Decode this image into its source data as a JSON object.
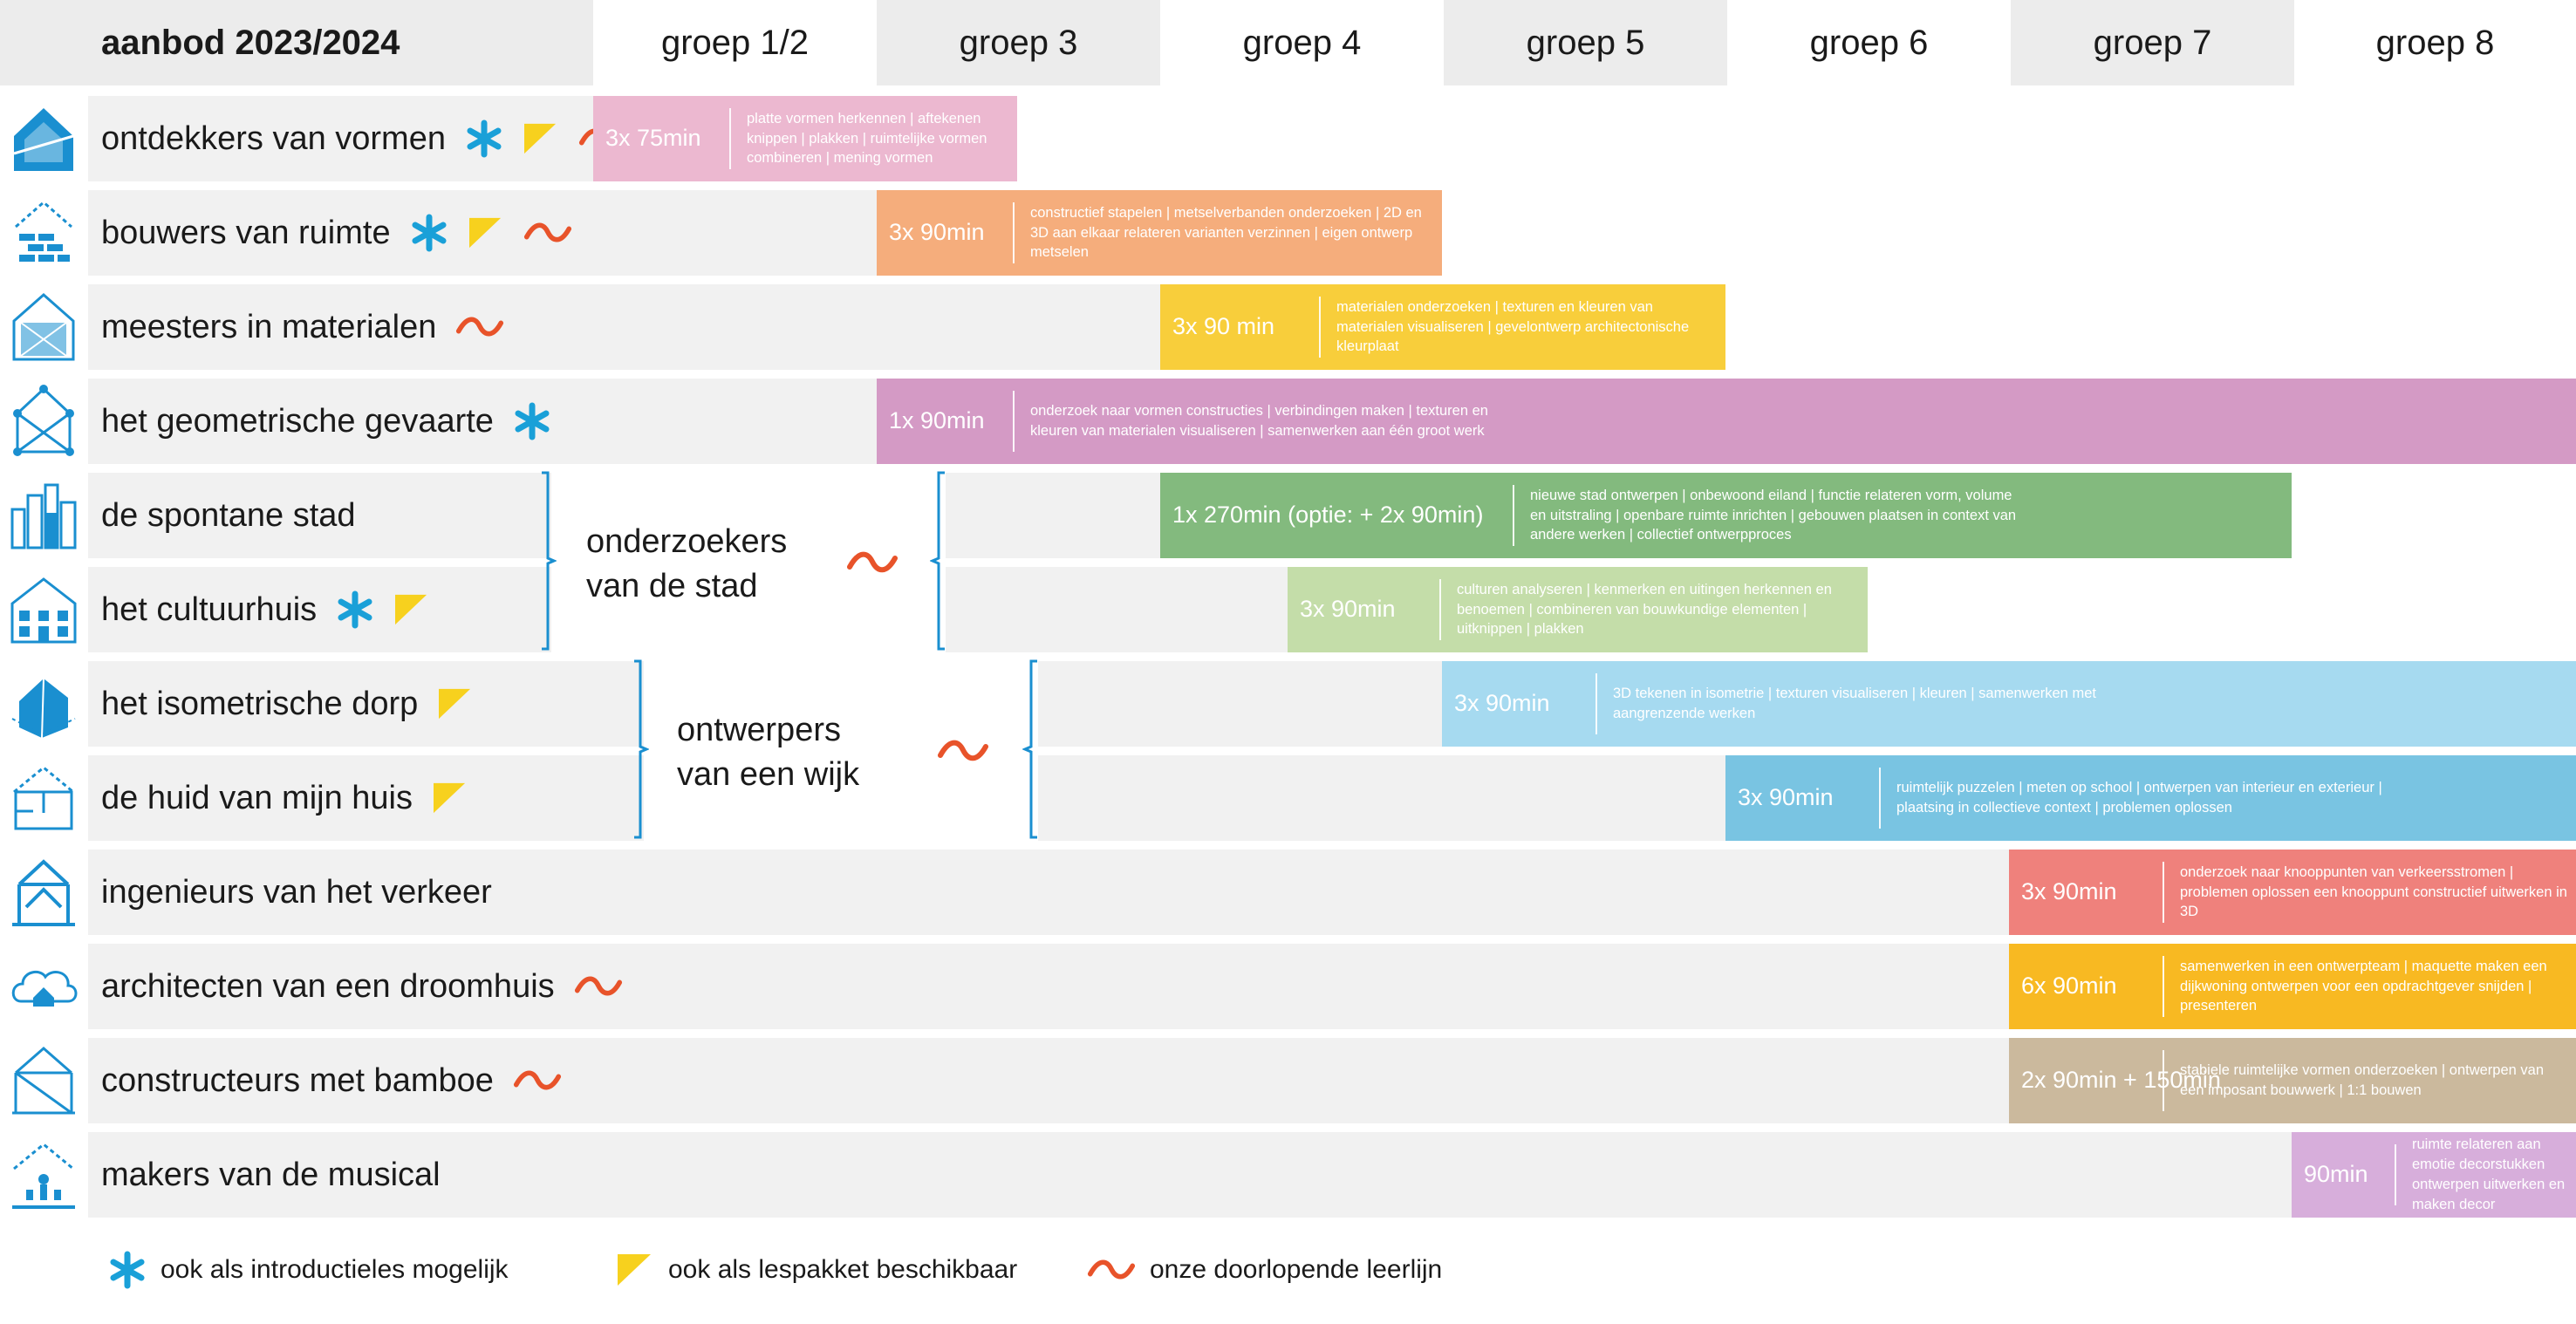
{
  "title": "aanbod 2023/2024",
  "groups": [
    "groep 1/2",
    "groep 3",
    "groep 4",
    "groep 5",
    "groep 6",
    "groep 7",
    "groep 8"
  ],
  "colors": {
    "star": "#1aa0d8",
    "triangle": "#f7d11e",
    "tilde": "#e8532a",
    "icon": "#1a8fd0",
    "row_bg": "#f1f1f1",
    "header_grey": "#ececec",
    "bracket": "#1a8fd0"
  },
  "rows": [
    {
      "label": "ontdekkers van vormen",
      "icon": "cube-house-icon",
      "star": true,
      "triangle": true,
      "tilde": true,
      "duration": "3x 75min",
      "description": "platte vormen herkennen | aftekenen knippen | plakken | ruimtelijke vormen combineren | mening vormen",
      "color": "#ecb8d0"
    },
    {
      "label": "bouwers van ruimte",
      "icon": "brick-house-icon",
      "star": true,
      "triangle": true,
      "tilde": true,
      "duration": "3x 90min",
      "description": "constructief stapelen | metselverbanden onderzoeken | 2D en 3D aan elkaar relateren varianten verzinnen | eigen ontwerp metselen",
      "color": "#f5ad7c"
    },
    {
      "label": "meesters in materialen",
      "icon": "pattern-house-icon",
      "star": false,
      "triangle": false,
      "tilde": true,
      "duration": "3x 90 min",
      "description": "materialen onderzoeken | texturen en kleuren van materialen visualiseren | gevelontwerp architectonische kleurplaat",
      "color": "#f8ce3b"
    },
    {
      "label": "het geometrische gevaarte",
      "icon": "geometric-frame-icon",
      "star": true,
      "triangle": false,
      "tilde": false,
      "duration": "1x 90min",
      "description": "onderzoek naar vormen constructies | verbindingen maken | texturen en kleuren van materialen visualiseren | samenwerken aan één groot werk",
      "color": "#d49ac5"
    },
    {
      "label": "de spontane stad",
      "icon": "skyline-icon",
      "star": false,
      "triangle": false,
      "tilde": false,
      "duration": "1x 270min (optie: + 2x 90min)",
      "description": "nieuwe stad ontwerpen | onbewoond eiland | functie relateren vorm, volume en uitstraling | openbare ruimte inrichten | gebouwen plaatsen in context van andere werken | collectief ontwerpproces",
      "color": "#83ba7e"
    },
    {
      "label": "het cultuurhuis",
      "icon": "culture-house-icon",
      "star": true,
      "triangle": true,
      "tilde": false,
      "duration": "3x 90min",
      "description": "culturen analyseren | kenmerken en uitingen herkennen en benoemen | combineren van bouwkundige elementen | uitknippen | plakken",
      "color": "#c4dda9"
    },
    {
      "label": "het isometrische dorp",
      "icon": "isometric-house-icon",
      "star": false,
      "triangle": true,
      "tilde": false,
      "duration": "3x 90min",
      "description": "3D tekenen in isometrie | texturen visualiseren | kleuren | samenwerken met aangrenzende werken",
      "color": "#a6daf0"
    },
    {
      "label": "de huid van mijn huis",
      "icon": "floorplan-house-icon",
      "star": false,
      "triangle": true,
      "tilde": false,
      "duration": "3x 90min",
      "description": "ruimtelijk puzzelen | meten op school | ontwerpen van interieur en exterieur | plaatsing in collectieve context | problemen oplossen",
      "color": "#79c4e2"
    },
    {
      "label": "ingenieurs van het verkeer",
      "icon": "bridge-icon",
      "star": false,
      "triangle": false,
      "tilde": false,
      "duration": "3x 90min",
      "description": "onderzoek naar knooppunten van verkeersstromen | problemen oplossen een knooppunt constructief uitwerken in 3D",
      "color": "#ef817c"
    },
    {
      "label": "architecten van een droomhuis",
      "icon": "cloud-house-icon",
      "star": false,
      "triangle": false,
      "tilde": true,
      "duration": "6x 90min",
      "description": "samenwerken in een ontwerpteam | maquette maken een dijkwoning ontwerpen voor een opdrachtgever snijden | presenteren",
      "color": "#f8b922"
    },
    {
      "label": "constructeurs met bamboe",
      "icon": "bamboe-frame-icon",
      "star": false,
      "triangle": false,
      "tilde": true,
      "duration": "2x 90min + 150min",
      "description": "stabiele ruimtelijke vormen onderzoeken | ontwerpen van een imposant bouwwerk | 1:1 bouwen",
      "color": "#cbb99d"
    },
    {
      "label": "makers van de musical",
      "icon": "stage-icon",
      "star": false,
      "triangle": false,
      "tilde": false,
      "duration": "90min",
      "description": "ruimte relateren aan emotie decorstukken ontwerpen uitwerken en maken decor",
      "color": "#d7aedb"
    }
  ],
  "grouped": [
    {
      "label": "onderzoekers van de stad",
      "tilde": true
    },
    {
      "label": "ontwerpers van een wijk",
      "tilde": true
    }
  ],
  "legend": [
    {
      "icon": "star-icon",
      "text": "ook als introductieles mogelijk"
    },
    {
      "icon": "triangle-icon",
      "text": "ook als lespakket beschikbaar"
    },
    {
      "icon": "tilde-icon",
      "text": "onze doorlopende leerlijn"
    }
  ]
}
